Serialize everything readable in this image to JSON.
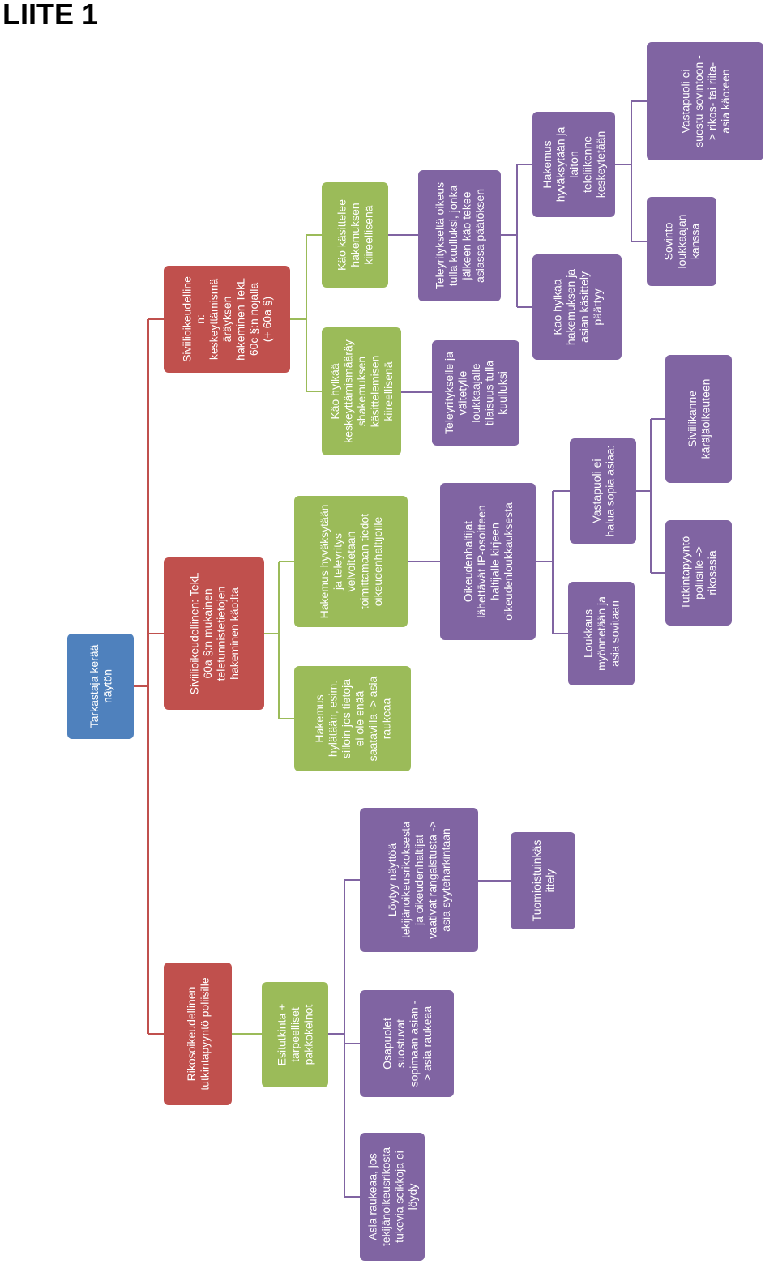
{
  "page": {
    "title": "LIITE 1"
  },
  "colors": {
    "blue": "#4f81bd",
    "red": "#c0504d",
    "green": "#9bbb59",
    "purple": "#8064a2",
    "connector_blue": "#4f81bd",
    "connector_red": "#c0504d",
    "connector_green": "#9bbb59",
    "connector_purple": "#8064a2"
  },
  "nodes": [
    {
      "id": "root",
      "color": "blue",
      "lines": [
        "Tarkastaja kerää",
        "näytön"
      ]
    },
    {
      "id": "siviili_a",
      "color": "red",
      "lines": [
        "Siviilioikeudelline",
        "n:",
        "keskeyttämismä",
        "äräyksen",
        "hakeminen TekL",
        "60c §:n nojalla",
        "(+ 60a §)"
      ]
    },
    {
      "id": "siviili_b",
      "color": "red",
      "lines": [
        "Siviilioikeudellinen: TekL",
        "60a §:n mukainen",
        "teletunnistetietojen",
        "hakeminen käo:lta"
      ]
    },
    {
      "id": "rikos",
      "color": "red",
      "lines": [
        "Rikosoikeudellinen",
        "tutkintapyyntö poliisille"
      ]
    },
    {
      "id": "kao_kasittelee",
      "color": "green",
      "lines": [
        "Käo käsittelee",
        "hakemuksen",
        "kiireellisenä"
      ]
    },
    {
      "id": "kao_hylkaa_kiir",
      "color": "green",
      "lines": [
        "Käo hylkää",
        "keskeyttämismääräy",
        "shakemuksen",
        "käsittelemisen",
        "kiireellisenä"
      ]
    },
    {
      "id": "hakemus_hyv",
      "color": "green",
      "lines": [
        "Hakemus hyväksytään",
        "ja teleyritys",
        "velvoitetaan",
        "toimittamaan tiedot",
        "oikeudenhaltijoille"
      ]
    },
    {
      "id": "hakemus_hyl",
      "color": "green",
      "lines": [
        "Hakemus",
        "hylätään, esim.",
        "silloin jos tietoja",
        "ei ole enää",
        "saatavilla -> asia",
        "raukeaa"
      ]
    },
    {
      "id": "esitutkinta",
      "color": "green",
      "lines": [
        "Esitutkinta +",
        "tarpeelliset",
        "pakkokeinot"
      ]
    },
    {
      "id": "teleyritykselta_oikeus",
      "color": "purple",
      "lines": [
        "Teleyritykseltä oikeus",
        "tulla kuulluksi, jonka",
        "jälkeen käo tekee",
        "asiassa päätöksen"
      ]
    },
    {
      "id": "teleyritykselle_tilaisuus",
      "color": "purple",
      "lines": [
        "Teleyritykselle ja",
        "väitetylle",
        "loukkaajalle",
        "tilaisuus tulla",
        "kuulluksi"
      ]
    },
    {
      "id": "hakemus_hyv_laiton",
      "color": "purple",
      "lines": [
        "Hakemus",
        "hyväksytään ja",
        "laiton",
        "teleliikenne",
        "keskeytetään"
      ]
    },
    {
      "id": "kao_hylkaa_paattyy",
      "color": "purple",
      "lines": [
        "Käo hylkää",
        "hakemuksen ja",
        "asian käsittely",
        "päättyy"
      ]
    },
    {
      "id": "vastapuoli_ei_suostu",
      "color": "purple",
      "lines": [
        "Vastapuoli ei",
        "suostu sovintoon -",
        "> rikos- tai riita-",
        "asia käo:een"
      ]
    },
    {
      "id": "sovinto",
      "color": "purple",
      "lines": [
        "Sovinto",
        "loukkaajan",
        "kanssa"
      ]
    },
    {
      "id": "oikeudenhaltijat",
      "color": "purple",
      "lines": [
        "Oikeudenhaltijat",
        "lähettävät IP-osoitteen",
        "haltijalle kirjeen",
        "oikeudenloukkauksesta"
      ]
    },
    {
      "id": "vastapuoli_ei_halua",
      "color": "purple",
      "lines": [
        "Vastapuoli ei",
        "halua sopia asiaa:"
      ]
    },
    {
      "id": "loukkaus",
      "color": "purple",
      "lines": [
        "Loukkaus",
        "myönnetään ja",
        "asia sovitaan"
      ]
    },
    {
      "id": "siviilikanne",
      "color": "purple",
      "lines": [
        "Siviilikanne",
        "käräjäoikeuteen"
      ]
    },
    {
      "id": "tutkintapyynto",
      "color": "purple",
      "lines": [
        "Tutkintapyyntö",
        "poliisille ->",
        "rikosasia"
      ]
    },
    {
      "id": "loytyy_naytto",
      "color": "purple",
      "lines": [
        "Löytyy näyttöä",
        "tekijänoikeusrikoksesta",
        "ja oikeudenhaltijat",
        "vaativat rangaistusta ->",
        "asia syyteharkintaan"
      ]
    },
    {
      "id": "tuomioistuin",
      "color": "purple",
      "lines": [
        "Tuomioistuinkäs",
        "ittely"
      ]
    },
    {
      "id": "osapuolet",
      "color": "purple",
      "lines": [
        "Osapuolet",
        "suostuvat",
        "sopimaan asian -",
        "> asia raukeaa"
      ]
    },
    {
      "id": "asia_raukeaa",
      "color": "purple",
      "lines": [
        "Asia raukeaa, jos",
        "tekijänoikeusrikosta",
        "tukevia seikkoja ei",
        "löydy"
      ]
    }
  ]
}
